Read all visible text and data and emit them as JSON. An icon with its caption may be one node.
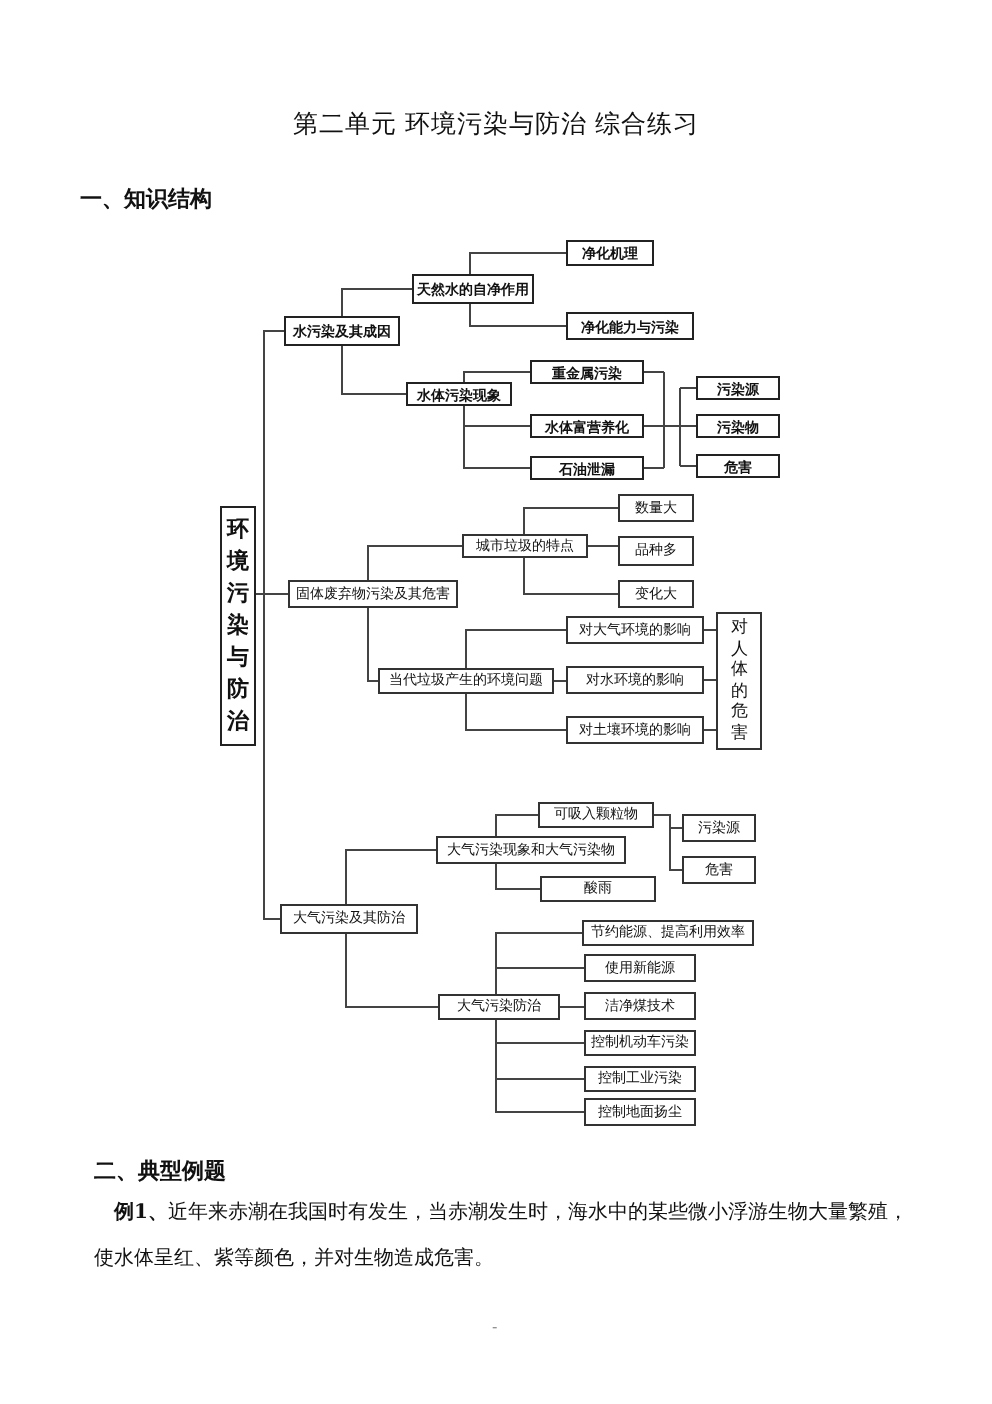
{
  "diagram": {
    "title": "第二单元 环境污染与防治 综合练习",
    "nodes": [
      {
        "text": [
          "环境污染与防治"
        ]
      },
      {
        "text": [
          "水污染及其成因"
        ]
      },
      {
        "text": [
          "天然水的自净作用"
        ]
      },
      {
        "text": [
          "净化机理"
        ]
      },
      {
        "text": [
          "净化能力与污染"
        ]
      },
      {
        "text": [
          "水体污染现象"
        ]
      },
      {
        "text": [
          "重金属污染"
        ]
      },
      {
        "text": [
          "水体富营养化"
        ]
      },
      {
        "text": [
          "石油泄漏"
        ]
      },
      {
        "text": [
          "污染源"
        ]
      },
      {
        "text": [
          "污染物"
        ]
      },
      {
        "text": [
          "危害"
        ]
      },
      {
        "text": [
          "固体废弃物污染及其危害"
        ]
      },
      {
        "text": [
          "城市垃圾的特点"
        ]
      },
      {
        "text": [
          "数量大"
        ]
      },
      {
        "text": [
          "品种多"
        ]
      },
      {
        "text": [
          "变化大"
        ]
      },
      {
        "text": [
          "当代垃圾产生的环境问题"
        ]
      },
      {
        "text": [
          "对大气环境的影响"
        ]
      },
      {
        "text": [
          "对水环境的影响"
        ]
      },
      {
        "text": [
          "对土壤环境的影响"
        ]
      },
      {
        "text": [
          "对人体的危害"
        ]
      },
      {
        "text": [
          "大气污染及其防治"
        ]
      },
      {
        "text": [
          "大气污染现象和大气污染物"
        ]
      },
      {
        "text": [
          "可吸入颗粒物"
        ]
      },
      {
        "text": [
          "酸雨"
        ]
      },
      {
        "text": [
          "污染源"
        ]
      },
      {
        "text": [
          "危害"
        ]
      },
      {
        "text": [
          "大气污染防治"
        ]
      },
      {
        "text": [
          "节约能源、提高利用效率"
        ]
      },
      {
        "text": [
          "使用新能源"
        ]
      },
      {
        "text": [
          "洁净煤技术"
        ]
      },
      {
        "text": [
          "控制机动车污染"
        ]
      },
      {
        "text": [
          "控制工业污染"
        ]
      },
      {
        "text": [
          "控制地面扬尘"
        ]
      }
    ],
    "edges": [
      {
        "from": 0,
        "to": 1,
        "arrow": "none"
      },
      {
        "from": 0,
        "to": 12,
        "arrow": "none"
      },
      {
        "from": 0,
        "to": 22,
        "arrow": "none"
      },
      {
        "from": 1,
        "to": 2,
        "arrow": "none"
      },
      {
        "from": 1,
        "to": 5,
        "arrow": "none"
      },
      {
        "from": 2,
        "to": 3,
        "arrow": "none"
      },
      {
        "from": 2,
        "to": 4,
        "arrow": "none"
      },
      {
        "from": 5,
        "to": 6,
        "arrow": "none"
      },
      {
        "from": 5,
        "to": 7,
        "arrow": "none"
      },
      {
        "from": 5,
        "to": 8,
        "arrow": "none"
      },
      {
        "from": 6,
        "to": 9,
        "arrow": "none"
      },
      {
        "from": 6,
        "to": 10,
        "arrow": "none"
      },
      {
        "from": 6,
        "to": 11,
        "arrow": "none"
      },
      {
        "from": 7,
        "to": 9,
        "arrow": "none"
      },
      {
        "from": 7,
        "to": 10,
        "arrow": "none"
      },
      {
        "from": 7,
        "to": 11,
        "arrow": "none"
      },
      {
        "from": 8,
        "to": 9,
        "arrow": "none"
      },
      {
        "from": 8,
        "to": 10,
        "arrow": "none"
      },
      {
        "from": 8,
        "to": 11,
        "arrow": "none"
      },
      {
        "from": 12,
        "to": 13,
        "arrow": "none"
      },
      {
        "from": 12,
        "to": 17,
        "arrow": "none"
      },
      {
        "from": 13,
        "to": 14,
        "arrow": "none"
      },
      {
        "from": 13,
        "to": 15,
        "arrow": "none"
      },
      {
        "from": 13,
        "to": 16,
        "arrow": "none"
      },
      {
        "from": 17,
        "to": 18,
        "arrow": "none"
      },
      {
        "from": 17,
        "to": 19,
        "arrow": "none"
      },
      {
        "from": 17,
        "to": 20,
        "arrow": "none"
      },
      {
        "from": 18,
        "to": 21,
        "arrow": "none"
      },
      {
        "from": 19,
        "to": 21,
        "arrow": "none"
      },
      {
        "from": 20,
        "to": 21,
        "arrow": "none"
      },
      {
        "from": 22,
        "to": 23,
        "arrow": "none"
      },
      {
        "from": 22,
        "to": 28,
        "arrow": "none"
      },
      {
        "from": 23,
        "to": 24,
        "arrow": "none"
      },
      {
        "from": 23,
        "to": 25,
        "arrow": "none"
      },
      {
        "from": 24,
        "to": 26,
        "arrow": "none"
      },
      {
        "from": 24,
        "to": 27,
        "arrow": "none"
      },
      {
        "from": 28,
        "to": 29,
        "arrow": "none"
      },
      {
        "from": 28,
        "to": 30,
        "arrow": "none"
      },
      {
        "from": 28,
        "to": 31,
        "arrow": "none"
      },
      {
        "from": 28,
        "to": 32,
        "arrow": "none"
      },
      {
        "from": 28,
        "to": 33,
        "arrow": "none"
      },
      {
        "from": 28,
        "to": 34,
        "arrow": "none"
      }
    ],
    "labels": [
      "一、知识结构",
      "二、典型例题",
      "**例1、**近年来赤潮在我国时有发生，当赤潮发生时，海水中的某些微小浮游生物大量繁殖，使水体呈红、紫等颜色，并对生物造成危害。",
      "-"
    ]
  }
}
